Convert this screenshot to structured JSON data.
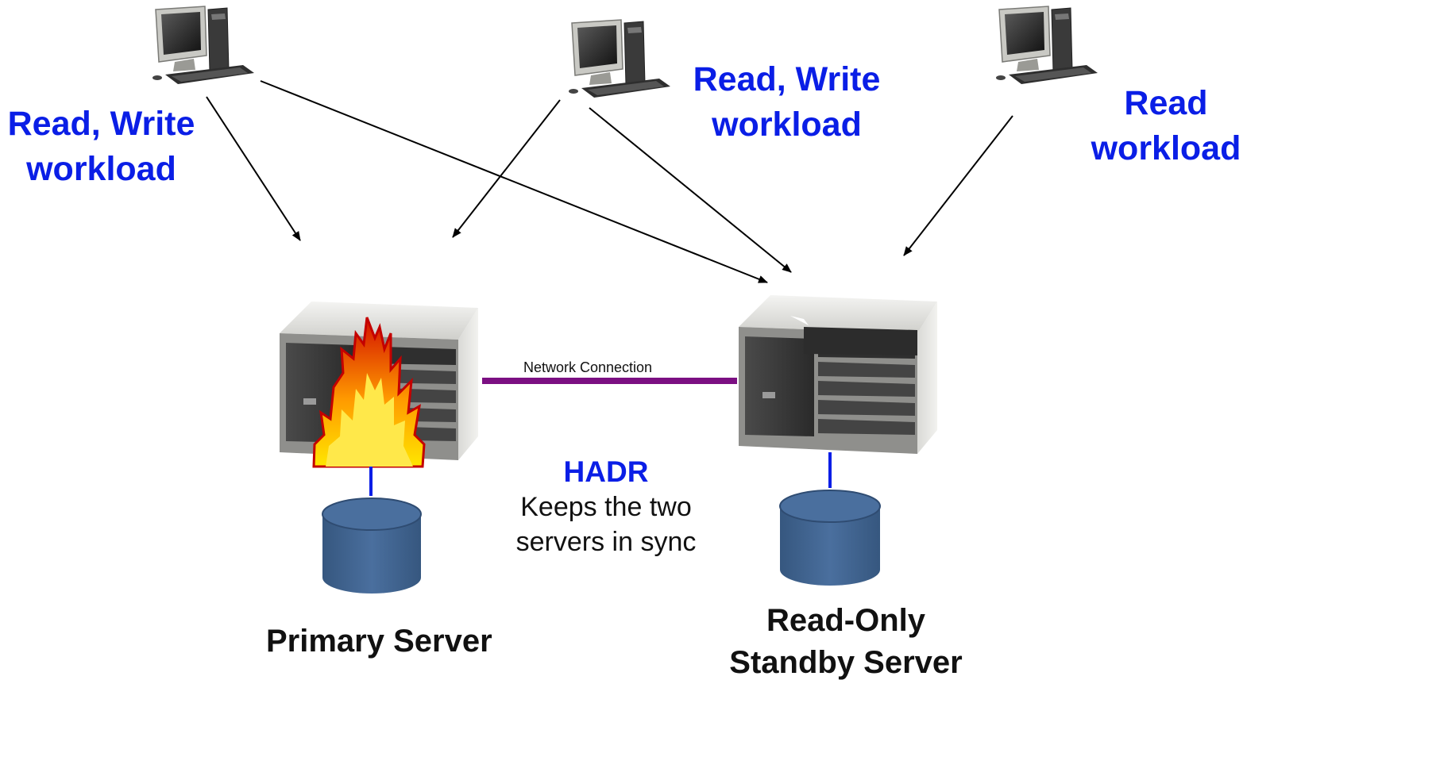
{
  "workloads": {
    "left": {
      "line1": "Read, Write",
      "line2": "workload"
    },
    "middle": {
      "line1": "Read, Write",
      "line2": "workload"
    },
    "right": {
      "line1": "Read",
      "line2": "workload"
    }
  },
  "network": {
    "label": "Network Connection",
    "color": "#7b0f82"
  },
  "hadr": {
    "title": "HADR",
    "desc_line1": "Keeps the two",
    "desc_line2": "servers in sync"
  },
  "servers": {
    "primary": {
      "label": "Primary Server"
    },
    "standby": {
      "line1": "Read-Only",
      "line2": "Standby Server"
    }
  },
  "icons": {
    "clients": [
      "desktop-computer-icon",
      "desktop-computer-icon",
      "desktop-computer-icon"
    ],
    "servers": [
      "rack-server-icon",
      "rack-server-icon"
    ],
    "fire": "fire-icon",
    "databases": [
      "database-cylinder-icon",
      "database-cylinder-icon"
    ]
  },
  "colors": {
    "workload_text": "#0a1ee6",
    "database": "#3f6290",
    "connector": "#0a1ee6",
    "network_line": "#7b0f82"
  }
}
